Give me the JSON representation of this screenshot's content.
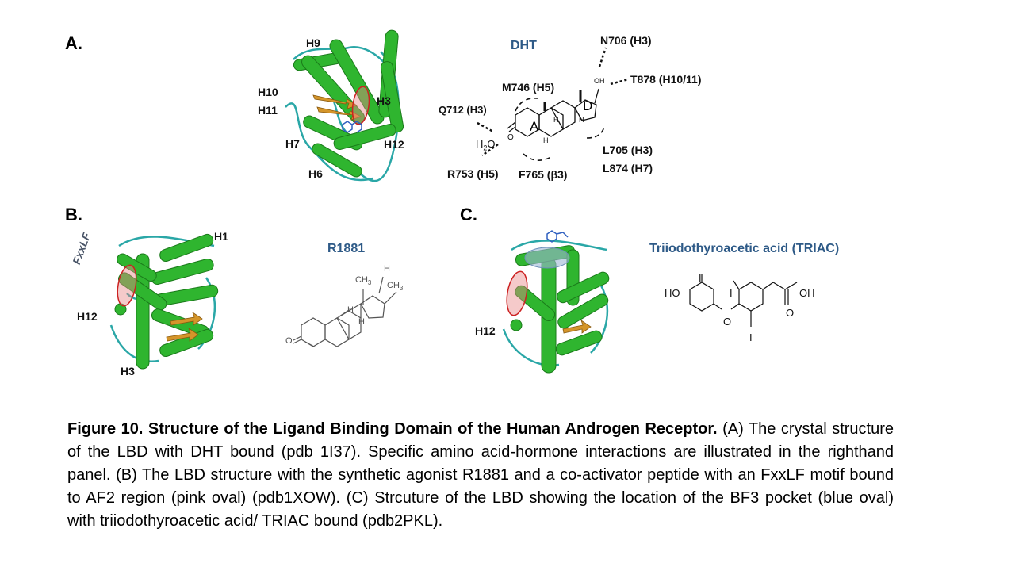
{
  "panels": {
    "a": {
      "letter": "A.",
      "helix_labels": {
        "h9": "H9",
        "h10": "H10",
        "h11": "H11",
        "h3": "H3",
        "h7": "H7",
        "h12": "H12",
        "h6": "H6"
      },
      "ligand_name": "DHT",
      "residues": {
        "n706": "N706 (H3)",
        "t878": "T878 (H10/11)",
        "m746": "M746 (H5)",
        "q712": "Q712 (H3)",
        "l705": "L705 (H3)",
        "l874": "L874 (H7)",
        "r753": "R753 (H5)",
        "f765": "F765 (β3)"
      },
      "ring_labels": {
        "a": "A",
        "d": "D"
      },
      "water": "H2O",
      "oh": "OH",
      "ketone_o": "O",
      "stereo_h": "H"
    },
    "b": {
      "letter": "B.",
      "helix_labels": {
        "h1": "H1",
        "h12": "H12",
        "h3": "H3"
      },
      "motif_label": "FxxLF",
      "ligand_name": "R1881",
      "chem": {
        "ch3": "CH3",
        "h": "H",
        "o": "O"
      }
    },
    "c": {
      "letter": "C.",
      "helix_labels": {
        "h12": "H12"
      },
      "ligand_name": "Triiodothyroacetic  acid (TRIAC)",
      "chem": {
        "ho": "HO",
        "oh": "OH",
        "i": "I",
        "o": "O"
      }
    }
  },
  "caption": {
    "title": "Figure 10. Structure of the Ligand Binding Domain of the Human Androgen Receptor.",
    "body": " (A) The crystal structure of the LBD with DHT bound (pdb 1I37). Specific amino acid-hormone interactions are illustrated in the righthand panel. (B) The LBD structure with the synthetic agonist R1881 and a co-activator peptide with an FxxLF motif bound to AF2 region (pink oval) (pdb1XOW). (C) Strcuture of the LBD showing the location of the BF3 pocket (blue oval) with triiodothyroacetic acid/ TRIAC bound (pdb2PKL)."
  },
  "colors": {
    "helix": "#2fb52f",
    "helix_dark": "#1a7a1a",
    "coil": "#2aa7a7",
    "strand": "#d4952a",
    "pink_oval": "#e88a8a",
    "blue_oval": "#9fb8d6",
    "title_blue": "#2e5a87"
  }
}
